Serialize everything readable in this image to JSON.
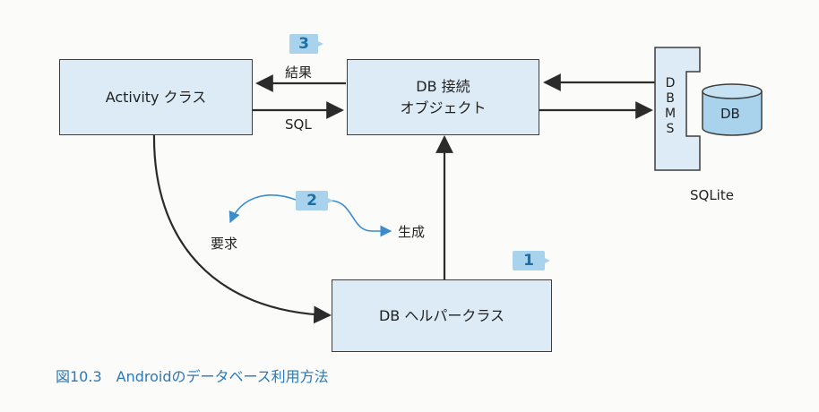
{
  "nodes": {
    "activity": "Activity クラス",
    "db_connection": [
      "DB 接続",
      "オブジェクト"
    ],
    "helper": "DB ヘルパークラス",
    "dbms": [
      "D",
      "B",
      "M",
      "S"
    ],
    "db": "DB",
    "sqlite": "SQLite"
  },
  "labels": {
    "result": "結果",
    "sql": "SQL",
    "request": "要求",
    "create": "生成"
  },
  "steps": {
    "one": "1",
    "two": "2",
    "three": "3"
  },
  "caption": "図10.3　Androidのデータベース利用方法",
  "colors": {
    "box_fill": "#dcebf5",
    "badge_fill": "#a9d3ec",
    "badge_text": "#1d6fa5",
    "curve": "#3c8ccc",
    "caption": "#2a7ab8"
  }
}
